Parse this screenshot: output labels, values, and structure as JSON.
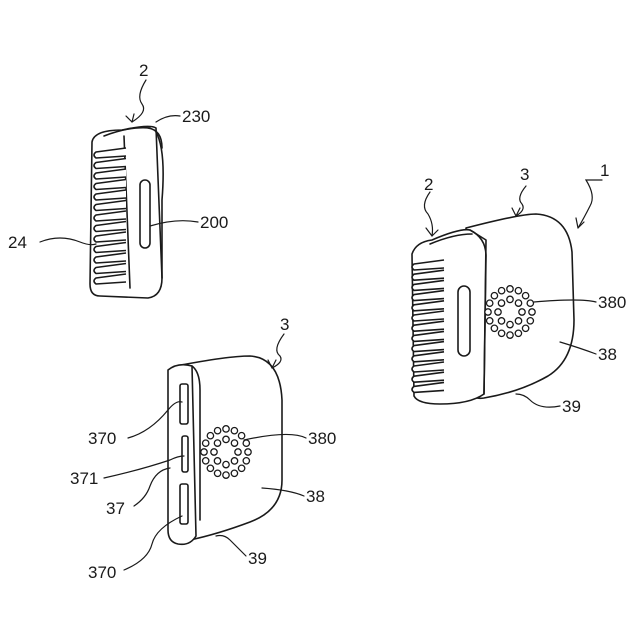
{
  "figure": {
    "labels": {
      "fig_top_left_attachment": "2",
      "fig_top_left_tip": "230",
      "fig_top_left_slot": "200",
      "fig_top_left_teeth": "24",
      "fig_bottom_cover": "3",
      "fig_bottom_outer_slot": "370",
      "fig_bottom_inner_slot": "371",
      "fig_bottom_edge": "37",
      "fig_bottom_outer_slot_2": "370",
      "fig_bottom_vent": "380",
      "fig_bottom_face": "38",
      "fig_bottom_base": "39",
      "fig_right_device": "1",
      "fig_right_attachment": "2",
      "fig_right_cover": "3",
      "fig_right_vent": "380",
      "fig_right_face": "38",
      "fig_right_base": "39"
    }
  }
}
